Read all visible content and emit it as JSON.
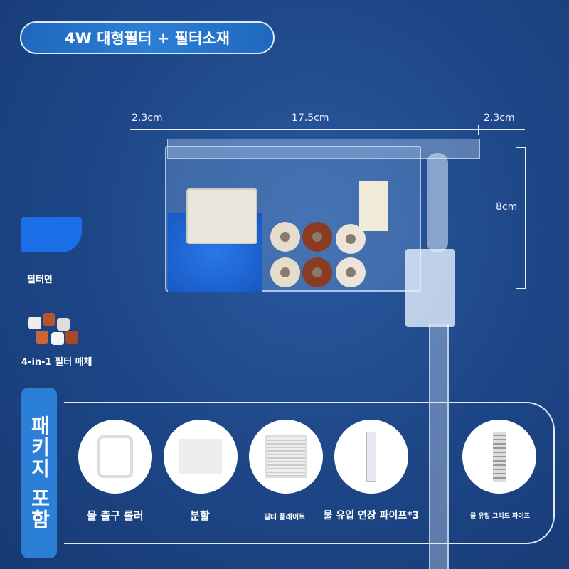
{
  "title": "4W 대형필터 + 필터소재",
  "dimensions": {
    "left": "2.3cm",
    "width": "17.5cm",
    "right": "2.3cm",
    "height": "8cm"
  },
  "side_items": [
    {
      "label": "필터면"
    },
    {
      "label": "4-in-1 필터 매체"
    }
  ],
  "package": {
    "heading": "패키지 포함",
    "items": [
      {
        "label": "물 출구 롤러"
      },
      {
        "label": "분할"
      },
      {
        "label": "필터 플레이트"
      },
      {
        "label": "물 유입 연장 파이프*3"
      },
      {
        "label": "물 유입 그리드 파이프"
      }
    ]
  }
}
